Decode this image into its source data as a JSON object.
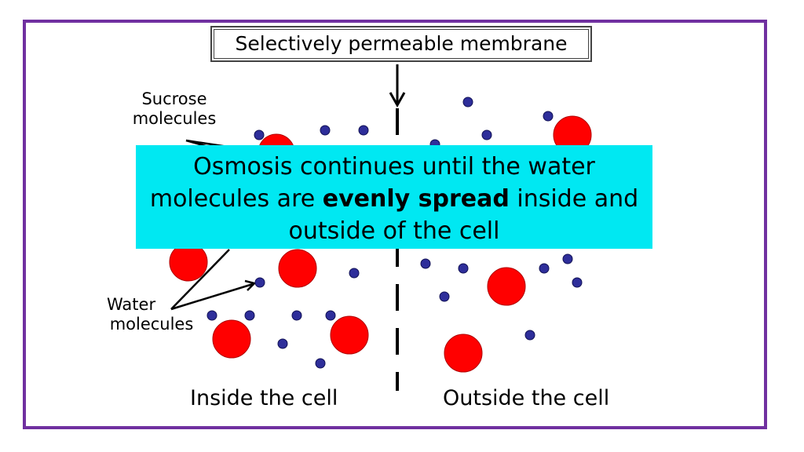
{
  "title": "Selectively permeable membrane",
  "labels": {
    "sucrose_line1": "Sucrose",
    "sucrose_line2": "molecules",
    "water_line1": "Water",
    "water_line2": "molecules",
    "inside": "Inside the cell",
    "outside": "Outside the cell"
  },
  "banner": {
    "line1": "Osmosis continues until the water",
    "line2_before": "molecules are ",
    "line2_bold": "evenly spread",
    "line2_after": " inside and",
    "line3": "outside of the cell"
  },
  "colors": {
    "frame": "#7030a0",
    "banner_bg": "#00e8f2",
    "sucrose": "#ff0000",
    "water": "#333399"
  }
}
